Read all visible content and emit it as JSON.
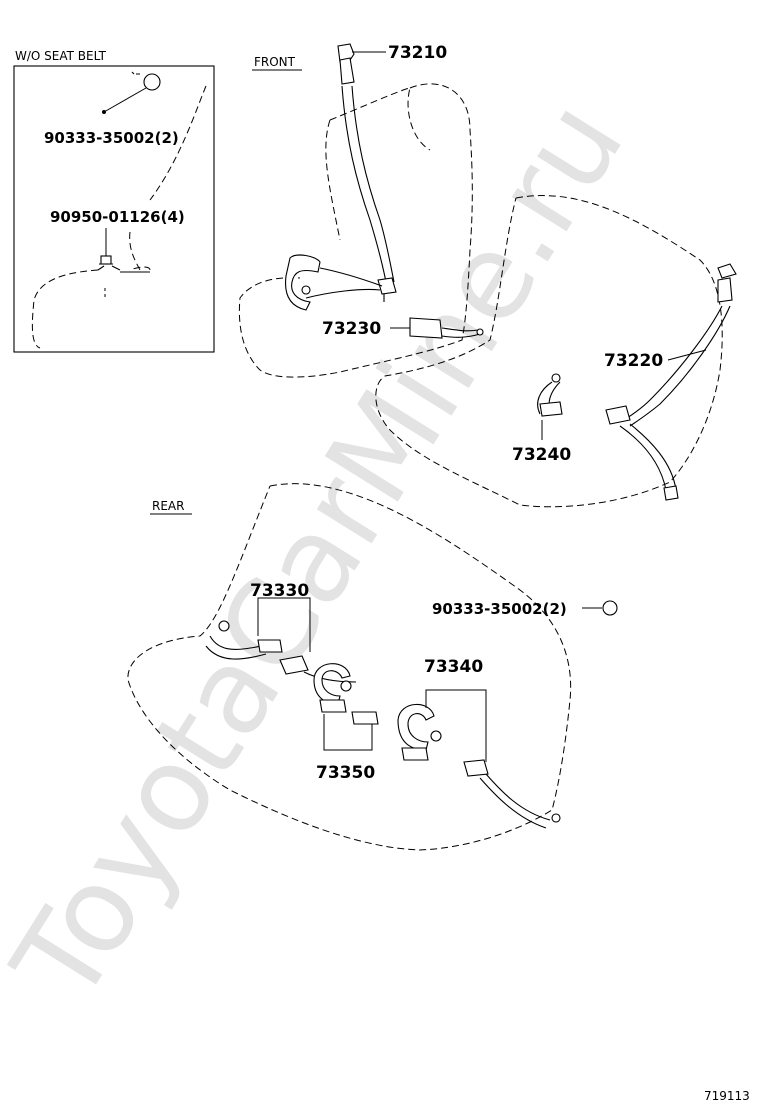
{
  "inset": {
    "title": "W/O  SEAT BELT",
    "part_cap": "90333-35002(2)",
    "part_bolt": "90950-01126(4)"
  },
  "sections": {
    "front": "FRONT",
    "rear": "REAR"
  },
  "parts": {
    "p73210": "73210",
    "p73230": "73230",
    "p73220": "73220",
    "p73240": "73240",
    "p73330": "73330",
    "p73340": "73340",
    "p73350": "73350",
    "rear_cap": "90333-35002(2)"
  },
  "watermark": "ToyotaCarMine.ru",
  "diagram_code": "719113"
}
